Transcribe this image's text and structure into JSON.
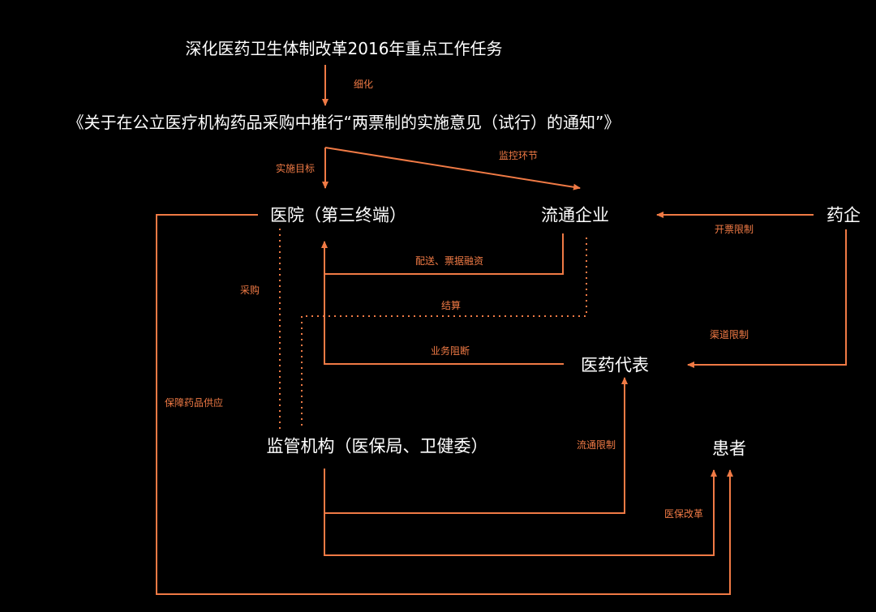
{
  "diagram": {
    "accent_color": "#f07a45",
    "text_color": "#ffffff",
    "background": "#000000",
    "nodes": {
      "policy_title": "深化医药卫生体制改革2016年重点工作任务",
      "notice_title": "《关于在公立医疗机构药品采购中推行“两票制的实施意见（试行）的通知”》",
      "hospital": "医院（第三终端）",
      "distributor": "流通企业",
      "pharma": "药企",
      "med_rep": "医药代表",
      "regulator": "监管机构（医保局、卫健委）",
      "patient": "患者"
    },
    "edge_labels": {
      "refine": "细化",
      "impl_target": "实施目标",
      "monitor_link": "监控环节",
      "invoice_limit": "开票限制",
      "delivery_finance": "配送、票据融资",
      "procurement": "采购",
      "settlement": "结算",
      "channel_limit": "渠道限制",
      "business_block": "业务阻断",
      "supply_guarantee": "保障药品供应",
      "circulation_limit": "流通限制",
      "insurance_reform": "医保改革"
    }
  }
}
